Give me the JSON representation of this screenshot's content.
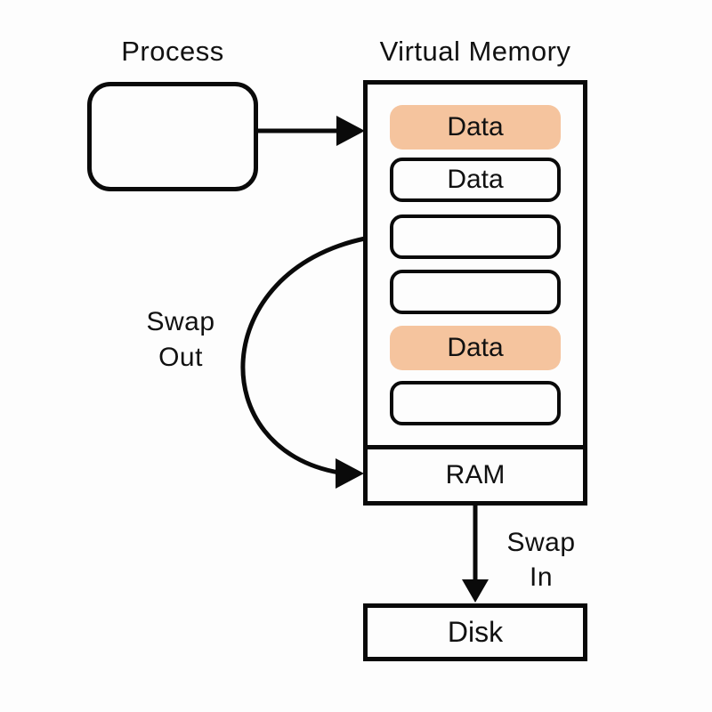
{
  "diagram": {
    "title_process": "Process",
    "title_virtual_memory": "Virtual Memory",
    "slots": [
      {
        "label": "Data",
        "highlighted": true
      },
      {
        "label": "Data",
        "highlighted": false
      },
      {
        "label": "",
        "highlighted": false
      },
      {
        "label": "",
        "highlighted": false
      },
      {
        "label": "Data",
        "highlighted": true
      },
      {
        "label": "",
        "highlighted": false
      }
    ],
    "ram_label": "RAM",
    "disk_label": "Disk",
    "swap_out_label": "Swap\nOut",
    "swap_in_label": "Swap\nIn",
    "colors": {
      "highlight": "#F5C49E",
      "line": "#0a0a0a",
      "background": "#fdfdfd",
      "text": "#111111"
    }
  }
}
